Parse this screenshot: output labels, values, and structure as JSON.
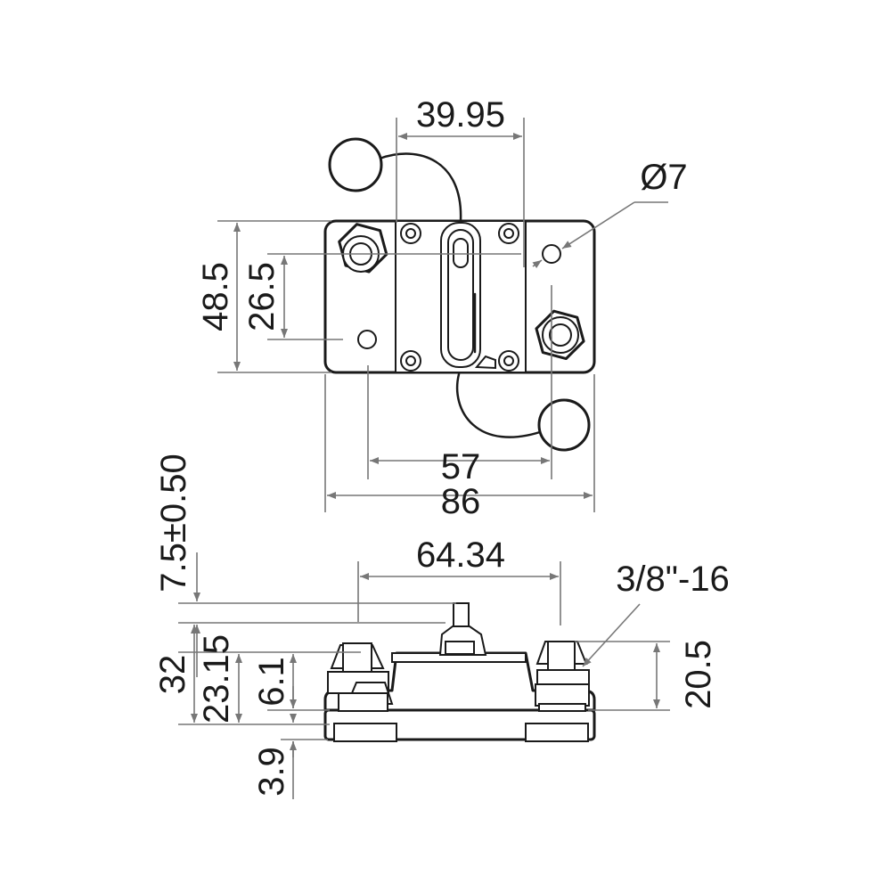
{
  "colors": {
    "outline": "#1a1a1a",
    "dimension": "#777777",
    "background": "#ffffff"
  },
  "dimensions": {
    "width_39_95": "39.95",
    "hole_diameter": "Ø7",
    "height_48_5": "48.5",
    "height_26_5": "26.5",
    "width_57": "57",
    "width_86": "86",
    "tolerance_7_5": "7.5±0.50",
    "width_64_34": "64.34",
    "thread_size": "3/8\"-16",
    "height_32": "32",
    "height_23_15": "23.15",
    "height_6_1": "6.1",
    "height_3_9": "3.9",
    "height_20_5": "20.5"
  }
}
